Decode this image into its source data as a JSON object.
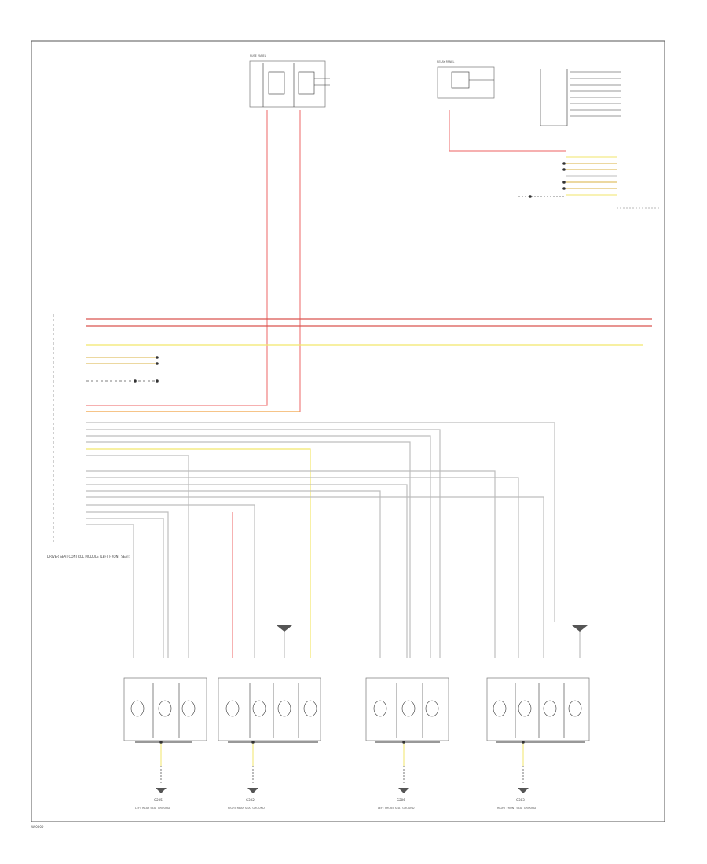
{
  "colors": {
    "red": "#f08080",
    "red_dark": "#d9534f",
    "yellow": "#f2e66a",
    "orange": "#f0a040",
    "gray": "#bdbdbd",
    "dark": "#555555"
  },
  "footer": {
    "code": "W-0000"
  },
  "modules": {
    "main_control": "DRIVER SEAT CONTROL MODULE (LEFT FRONT SEAT)",
    "top_fuse": "FUSE PANEL",
    "top_relay": "RELAY PANEL"
  },
  "connectors": {
    "bottom": [
      "G205",
      "G302",
      "G206",
      "G303"
    ]
  },
  "bottom_labels": [
    "LEFT REAR SEAT GROUND",
    "RIGHT REAR SEAT GROUND",
    "LEFT FRONT SEAT GROUND",
    "RIGHT FRONT SEAT GROUND"
  ]
}
